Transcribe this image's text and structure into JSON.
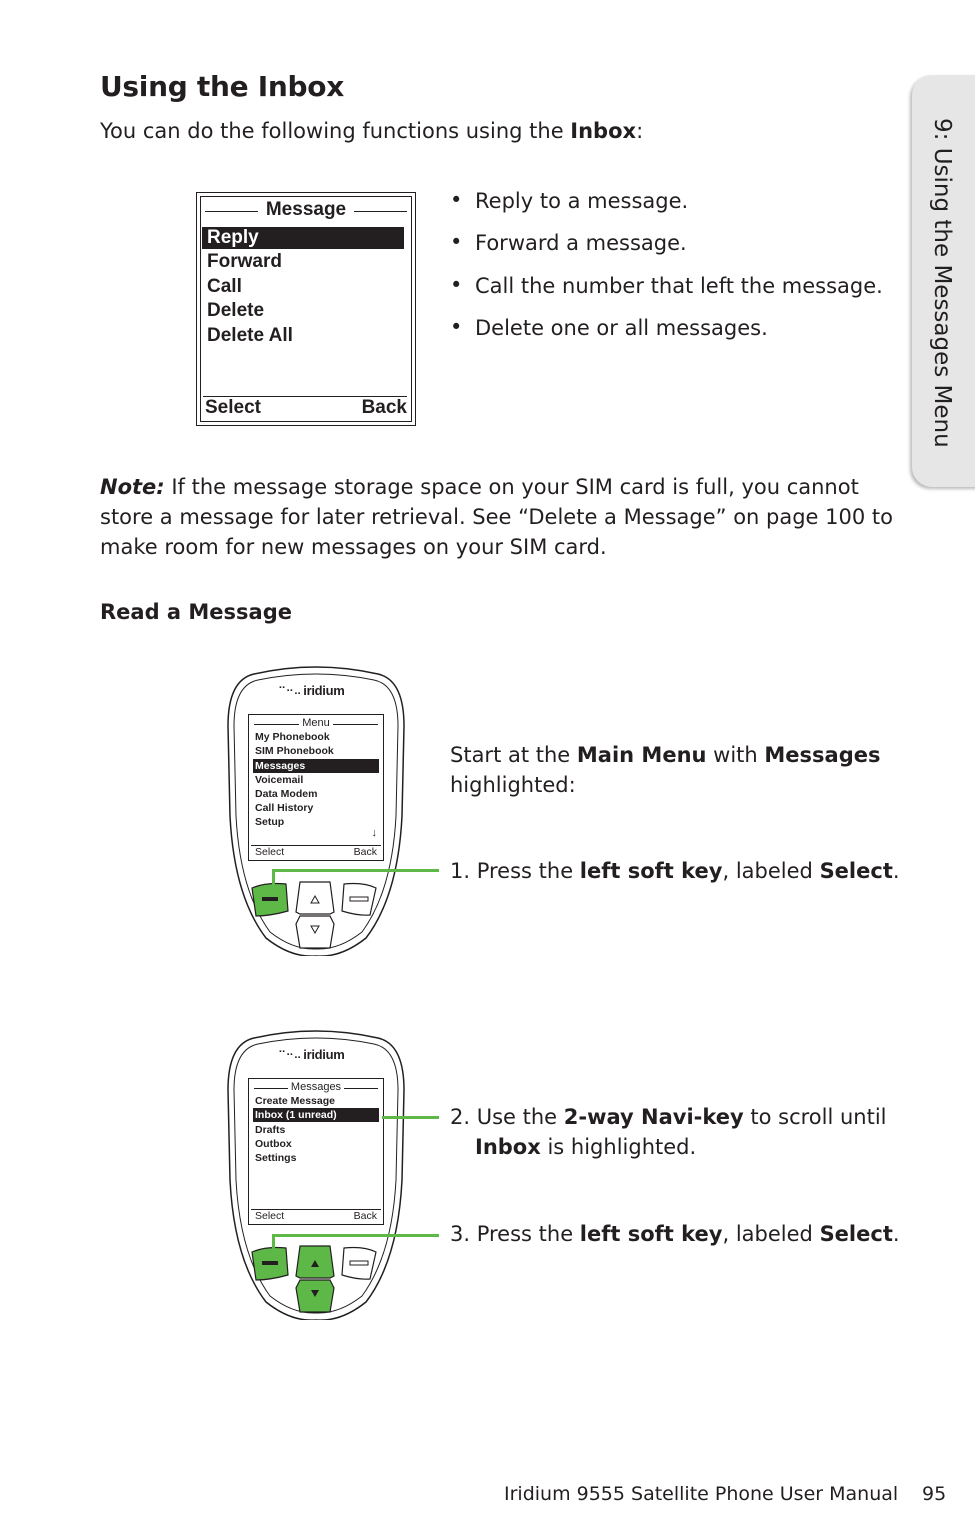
{
  "heading": "Using the Inbox",
  "intro": {
    "text": "You can do the following functions using the ",
    "bold": "Inbox",
    "end": ":"
  },
  "side_tab": "9: Using the Messages Menu",
  "message_screen": {
    "title": "Message",
    "items": [
      "Reply",
      "Forward",
      "Call",
      "Delete",
      "Delete All"
    ],
    "selected": "Reply",
    "left_soft": "Select",
    "right_soft": "Back"
  },
  "bullets": [
    "Reply to a message.",
    "Forward a message.",
    "Call the number that left the message.",
    "Delete one or all messages."
  ],
  "note": {
    "label": "Note:",
    "line1": " If the message storage space on your SIM card is full, you cannot",
    "line2": "store a message for later retrieval. See “Delete a Message” on page 100 to",
    "line3": "make room for new messages on your SIM card."
  },
  "section_heading": "Read a Message",
  "phone1": {
    "logo": "iridium",
    "title": "Menu",
    "items": [
      "My Phonebook",
      "SIM Phonebook",
      "Messages",
      "Voicemail",
      "Data Modem",
      "Call History",
      "Setup"
    ],
    "highlighted_index": 2,
    "left_soft": "Select",
    "right_soft": "Back"
  },
  "phone2": {
    "logo": "iridium",
    "title": "Messages",
    "items": [
      "Create Message",
      "Inbox (1 unread)",
      "Drafts",
      "Outbox",
      "Settings"
    ],
    "highlighted_index": 1,
    "left_soft": "Select",
    "right_soft": "Back"
  },
  "steps": {
    "start": {
      "a": "Start at the ",
      "b1": "Main Menu",
      "c": " with ",
      "b2": "Messages",
      "d": "highlighted:"
    },
    "step1": {
      "a": "1. Press the ",
      "b1": "left soft key",
      "c": ", labeled ",
      "b2": "Select",
      "d": "."
    },
    "step2": {
      "a": "2. Use the ",
      "b1": "2-way Navi-key",
      "c": " to scroll until",
      "b2": "Inbox",
      "d": " is highlighted."
    },
    "step3": {
      "a": "3. Press the ",
      "b1": "left soft key",
      "c": ", labeled ",
      "b2": "Select",
      "d": "."
    }
  },
  "footer": {
    "title": "Iridium 9555 Satellite Phone User Manual",
    "page": "95"
  },
  "colors": {
    "highlight_green": "#5db847",
    "tab_gray": "#e6e6e6",
    "text": "#231f20"
  }
}
